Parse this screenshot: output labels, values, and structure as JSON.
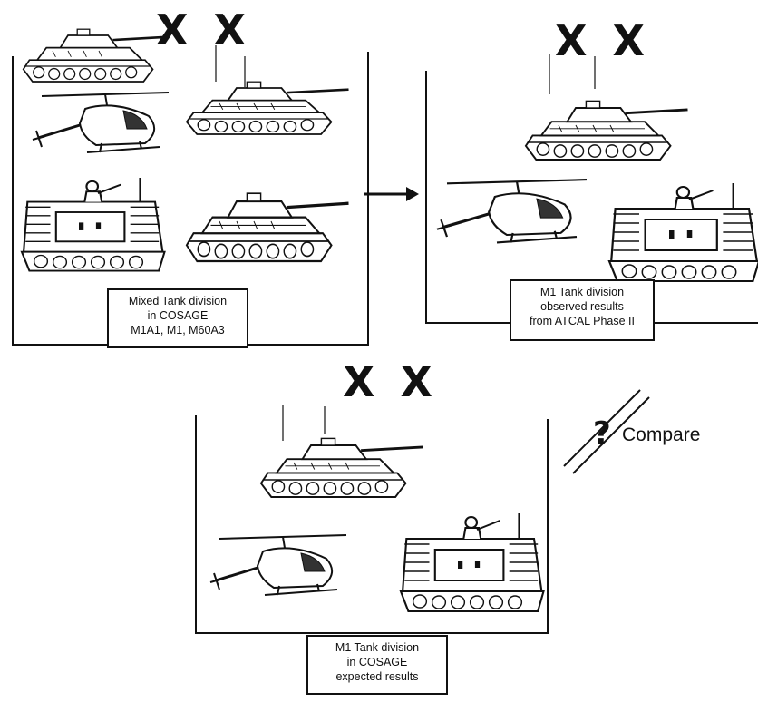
{
  "panels": {
    "mixed": {
      "echelon": "X X",
      "caption": [
        "Mixed Tank division",
        "in COSAGE",
        "M1A1, M1, M60A3"
      ]
    },
    "observed": {
      "echelon": "X X",
      "caption": [
        "M1 Tank division",
        "observed results",
        "from ATCAL Phase II"
      ]
    },
    "expected": {
      "echelon": "X X",
      "caption": [
        "M1 Tank division",
        "in COSAGE",
        "expected results"
      ]
    }
  },
  "compare": {
    "symbol": "?",
    "label": "Compare"
  },
  "icons": [
    "tank-icon",
    "helicopter-icon",
    "apc-icon",
    "arrow-right-icon"
  ]
}
